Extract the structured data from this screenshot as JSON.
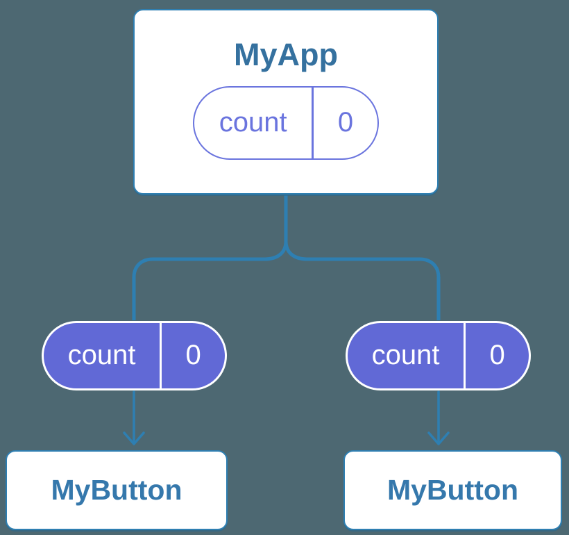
{
  "root": {
    "title": "MyApp",
    "state_label": "count",
    "state_value": "0"
  },
  "children": [
    {
      "title": "MyButton",
      "state_label": "count",
      "state_value": "0"
    },
    {
      "title": "MyButton",
      "state_label": "count",
      "state_value": "0"
    }
  ],
  "colors": {
    "background": "#4D6872",
    "connector": "#2E7FB2",
    "card_border": "#2E7FB2",
    "card_bg": "#FFFFFF",
    "title_text": "#35719F",
    "button_text": "#3578AC",
    "pill_outline": "#6A74DE",
    "pill_fill": "#6169D6",
    "pill_text_on_fill": "#FFFFFF"
  }
}
